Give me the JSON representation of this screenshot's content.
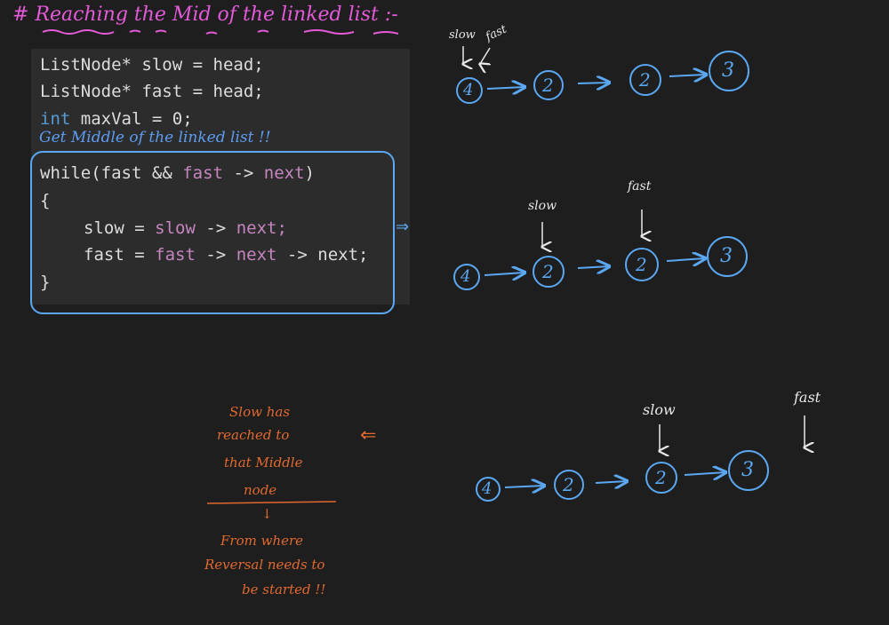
{
  "title": "# Reaching the Mid of the linked list :-",
  "code": {
    "line1": {
      "type": "ListNode*",
      "name": "slow",
      "eq": "=",
      "val": "head;"
    },
    "line2": {
      "type": "ListNode*",
      "name": "fast",
      "eq": "=",
      "val": "head;"
    },
    "line3": {
      "type": "int",
      "name": "maxVal",
      "eq": "=",
      "val": "0;"
    },
    "line4_comment": "Get Middle of the linked list !!",
    "line5": {
      "kw": "while",
      "open": "(",
      "a": "fast",
      "and": "&&",
      "b": "fast",
      "arrow": "->",
      "c": "next",
      "close": ")"
    },
    "line6": "{",
    "line7": {
      "a": "slow",
      "eq": "=",
      "b": "slow",
      "arrow": "->",
      "c": "next;"
    },
    "line8": {
      "a": "fast",
      "eq": "=",
      "b": "fast",
      "arrow": "->",
      "c": "next",
      "arrow2": "->",
      "d": "next;"
    },
    "line9": "}"
  },
  "implies_arrow": "⇒",
  "rows": [
    {
      "nodes": [
        "4",
        "2",
        "2",
        "3"
      ],
      "slow_label": "slow",
      "fast_label": "fast"
    },
    {
      "nodes": [
        "4",
        "2",
        "2",
        "3"
      ],
      "slow_label": "slow",
      "fast_label": "fast"
    },
    {
      "nodes": [
        "4",
        "2",
        "2",
        "3"
      ],
      "slow_label": "slow",
      "fast_label": "fast"
    }
  ],
  "note": {
    "line1": "Slow has",
    "line2": "reached to",
    "line3": "that Middle",
    "line4": "node",
    "line5": "From where",
    "line6": "Reversal needs to",
    "line7": "be started !!",
    "pointer": "⇐",
    "down": "↓"
  },
  "colors": {
    "background": "#1f1e1e",
    "pink": "#e35ad8",
    "blue": "#5aa7f2",
    "orange": "#e0692f",
    "white": "#e8e8e8"
  }
}
